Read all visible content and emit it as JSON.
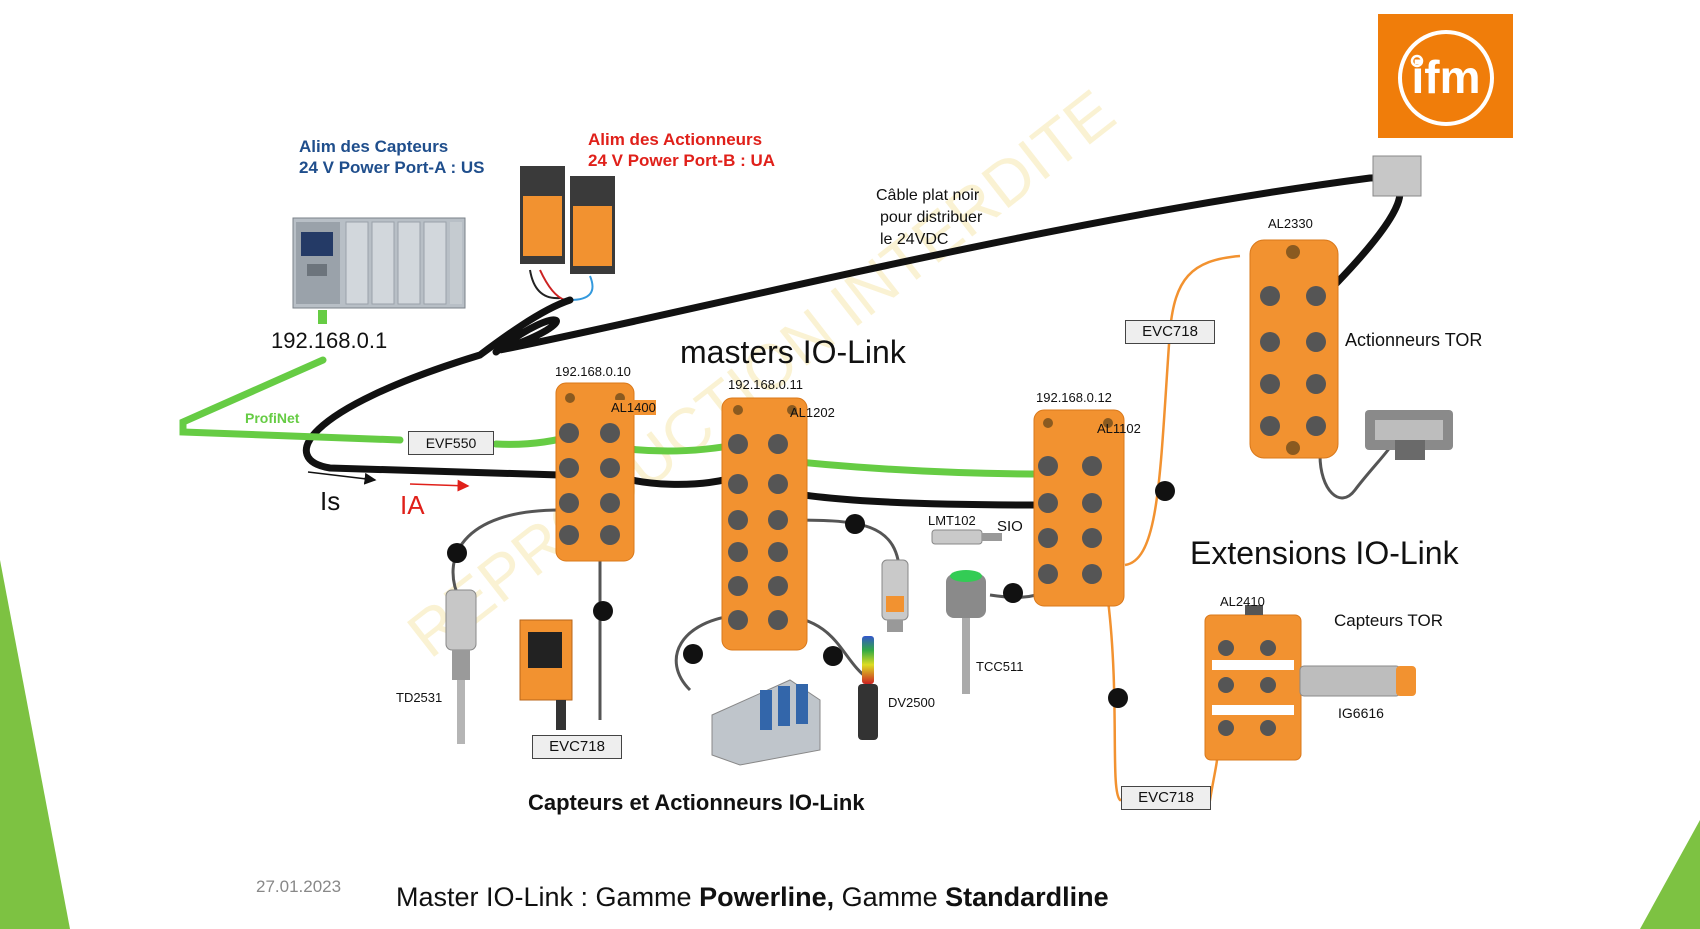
{
  "logo": {
    "text": "ifm",
    "color": "#f07d0a"
  },
  "power": {
    "sensors_line1": "Alim des Capteurs",
    "sensors_line2": "24 V Power Port-A : US",
    "actuators_line1": "Alim des Actionneurs",
    "actuators_line2": "24 V Power Port-B : UA"
  },
  "plc": {
    "ip": "192.168.0.1"
  },
  "cable_note": {
    "line1": "Câble plat noir",
    "line2": "pour distribuer",
    "line3": "le 24VDC"
  },
  "masters_title": "masters IO-Link",
  "masters": [
    {
      "ip": "192.168.0.10",
      "model": "AL1400"
    },
    {
      "ip": "192.168.0.11",
      "model": "AL1202"
    },
    {
      "ip": "192.168.0.12",
      "model": "AL1102"
    }
  ],
  "profinet": "ProfiNet",
  "evf550": "EVF550",
  "currents": {
    "is": "Is",
    "ia": "IA"
  },
  "extensions": {
    "title": "Extensions IO-Link",
    "al2330": "AL2330",
    "actuators_tor": "Actionneurs TOR",
    "al2410": "AL2410",
    "sensors_tor": "Capteurs TOR",
    "ig6616": "IG6616"
  },
  "cables": {
    "evc_top": "EVC718",
    "evc_bottom_left": "EVC718",
    "evc_bottom_right": "EVC718"
  },
  "devices": {
    "lmt102": "LMT102",
    "sio": "SIO",
    "tcc511": "TCC511",
    "td2531": "TD2531",
    "dv2500": "DV2500"
  },
  "bottom_title": "Capteurs et Actionneurs IO-Link",
  "footer": {
    "date": "27.01.2023",
    "text_prefix": "Master IO-Link : Gamme ",
    "powerline": "Powerline,",
    "text_mid": " Gamme ",
    "standardline": "Standardline"
  },
  "watermark": "REPRODUCTION INTERDITE",
  "colors": {
    "accent_green": "#7dc242",
    "orange": "#f29230",
    "ifm_orange": "#f07d0a",
    "profinet_green": "#66cc44",
    "red_text": "#e0201a",
    "blue_text": "#1f4e8c"
  }
}
